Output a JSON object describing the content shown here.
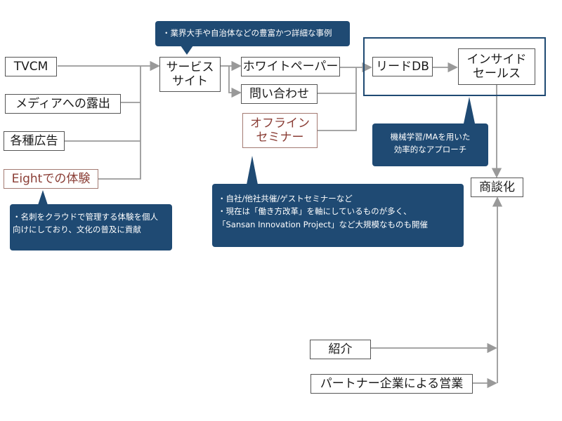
{
  "colors": {
    "callout_bg": "#1f4a73",
    "group_border": "#1f4a73",
    "connector": "#999999",
    "offline_text": "#8a3d35"
  },
  "nodes": {
    "tvcm": "TVCM",
    "media": "メディアへの露出",
    "ads": "各種広告",
    "eight": "Eightでの体験",
    "service_site": "サービス\nサイト",
    "whitepaper": "ホワイトペーパー",
    "inquiry": "問い合わせ",
    "offline_seminar": "オフライン\nセミナー",
    "lead_db": "リードDB",
    "inside_sales": "インサイド\nセールス",
    "negotiation": "商談化",
    "referral": "紹介",
    "partner_sales": "パートナー企業による営業"
  },
  "callouts": {
    "service_site": [
      "・業界大手や自治体などの豊富かつ詳細な事例"
    ],
    "eight": [
      "・名刺をクラウドで管理する体験を個人",
      "向けにしており、文化の普及に貢献"
    ],
    "seminar": [
      "・自社/他社共催/ゲストセミナーなど",
      "・現在は「働き方改革」を軸にしているものが多く、",
      "「Sansan Innovation Project」など大規模なものも開催"
    ],
    "inside_sales": [
      "機械学習/MAを用いた",
      "効率的なアプローチ"
    ]
  }
}
